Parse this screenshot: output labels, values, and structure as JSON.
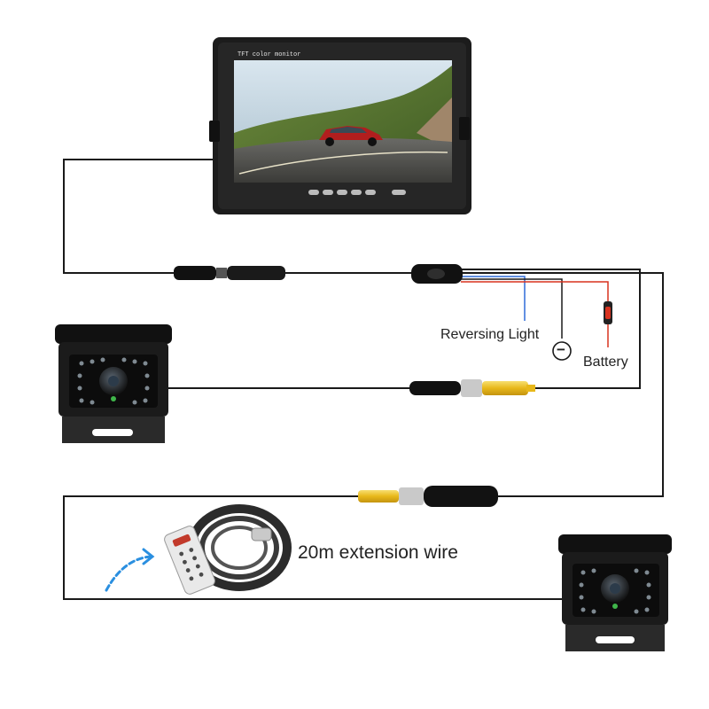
{
  "monitor": {
    "bezel_text": "TFT color monitor"
  },
  "labels": {
    "reversing_light": "Reversing Light",
    "ground_symbol": "−",
    "battery": "Battery",
    "extension_wire": "20m extension wire"
  },
  "colors": {
    "wire": "#1a1a1a",
    "blue_wire": "#2f6bd8",
    "red_wire": "#d8321f",
    "rca_yellow": "#f2c514",
    "accent_arrow": "#2a8fe0"
  },
  "icons": [
    "monitor",
    "camera",
    "remote-control",
    "cable-coil",
    "curved-arrow-icon",
    "minus-icon",
    "fuse"
  ]
}
